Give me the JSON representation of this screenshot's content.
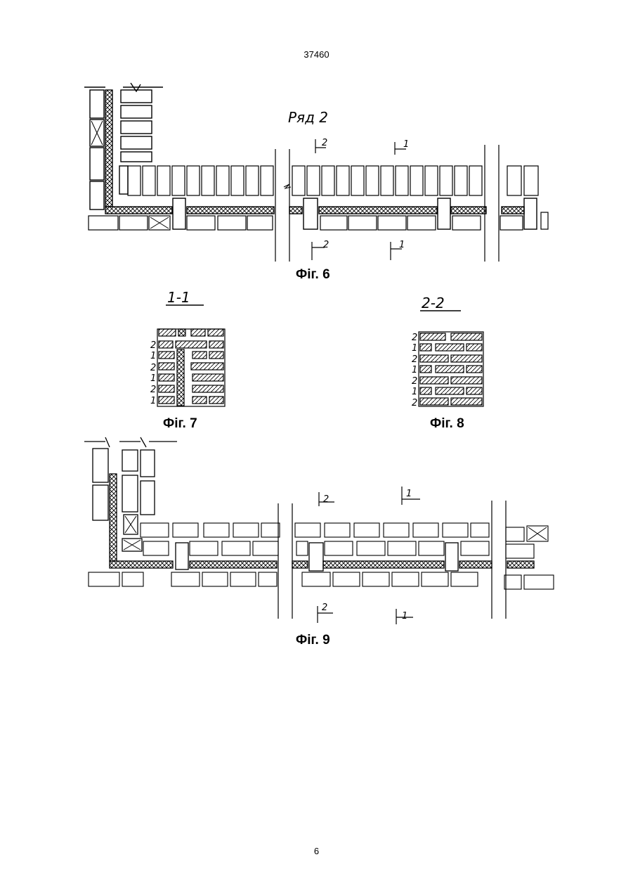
{
  "header": {
    "document_number": "37460"
  },
  "footer": {
    "page_number": "6"
  },
  "fig6": {
    "caption": "Фіг. 6",
    "row_label": "Ряд 2",
    "section_markers": [
      "2",
      "1",
      "2",
      "1"
    ]
  },
  "fig7": {
    "caption": "Фіг. 7",
    "section_label": "1-1",
    "row_numbers": [
      "2",
      "1",
      "2",
      "1",
      "2",
      "1"
    ]
  },
  "fig8": {
    "caption": "Фіг. 8",
    "section_label": "2-2",
    "row_numbers": [
      "2",
      "1",
      "2",
      "1",
      "2",
      "1",
      "2"
    ]
  },
  "fig9": {
    "caption": "Фіг. 9",
    "section_markers": [
      "2",
      "1",
      "2",
      "1"
    ]
  }
}
